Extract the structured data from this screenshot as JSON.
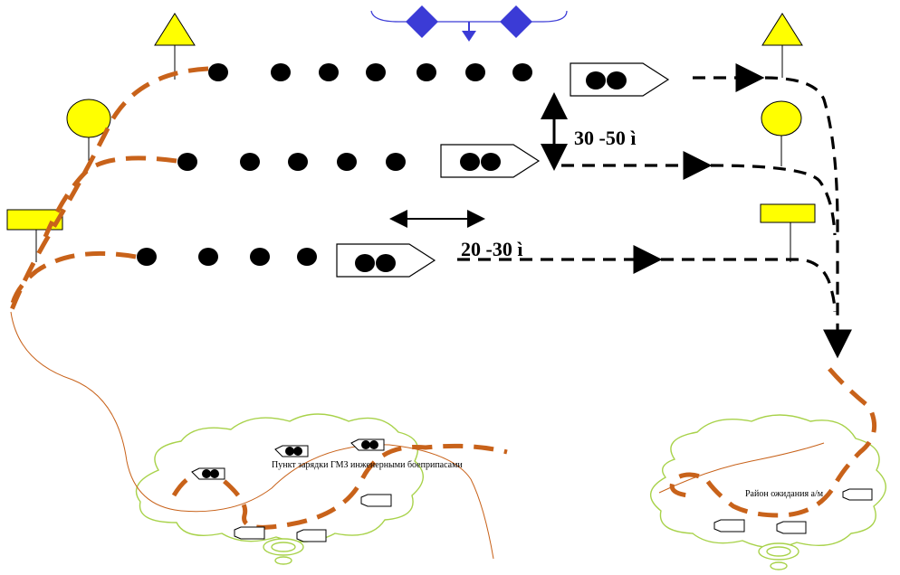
{
  "labels": {
    "row_spacing": "30 -50  ì",
    "column_spacing": "20 -30  ì",
    "charging_point": "Пункт зарядки ГМЗ инженерными боеприпасами",
    "waiting_area": "Район ожидания   а/м"
  },
  "colors": {
    "route": "#c8621a",
    "route_thin": "#c8621a",
    "marker_triangle": "#ffff00",
    "marker_circle": "#ffff00",
    "marker_rect": "#ffff00",
    "cloud": "#a8d24a",
    "diamond": "#3b3bd6"
  },
  "icons": {
    "mines": "black-dot",
    "vehicle": "minelayer-vehicle-icon",
    "truck": "truck-icon",
    "flag": "marker-flag-icon"
  }
}
